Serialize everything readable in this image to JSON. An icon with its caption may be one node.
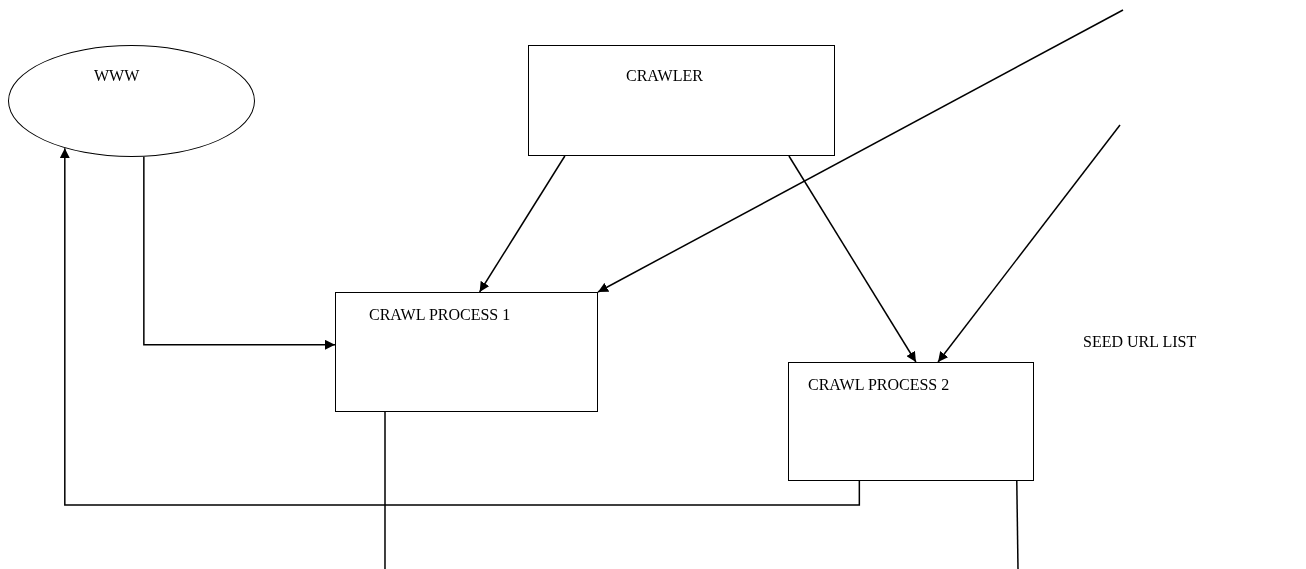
{
  "diagram": {
    "nodes": [
      {
        "text": [
          "WWW"
        ]
      },
      {
        "text": [
          "CRAWLER"
        ]
      },
      {
        "text": [
          "CRAWL PROCESS 1"
        ]
      },
      {
        "text": [
          "CRAWL PROCESS 2"
        ]
      }
    ],
    "edges": [
      {
        "from": 1,
        "to": 2,
        "arrow": "to"
      },
      {
        "from": null,
        "to": 2,
        "arrow": "to"
      },
      {
        "from": 1,
        "to": 3,
        "arrow": "to"
      },
      {
        "from": null,
        "to": 3,
        "arrow": "to"
      },
      {
        "from": 0,
        "to": 2,
        "arrow": "to"
      },
      {
        "from": 3,
        "to": 0,
        "arrow": "to"
      },
      {
        "from": 2,
        "to": null,
        "arrow": "none"
      },
      {
        "from": 3,
        "to": null,
        "arrow": "none"
      }
    ],
    "labels": [
      "SEED URL LIST"
    ]
  }
}
